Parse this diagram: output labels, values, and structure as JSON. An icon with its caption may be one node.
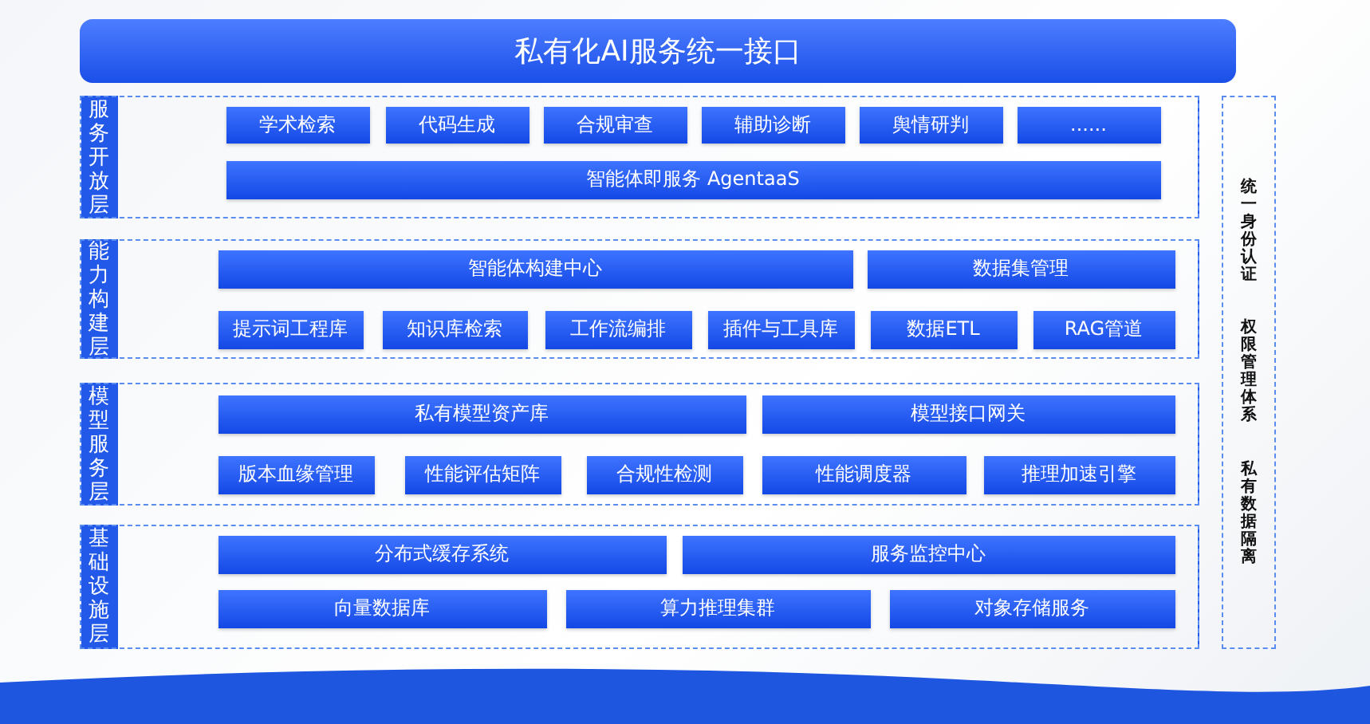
{
  "diagram": {
    "nodes": [
      {
        "text": [
          "私有化AI服务统一接口"
        ]
      },
      {
        "text": [
          "服务开放层"
        ]
      },
      {
        "text": [
          "学术检索"
        ],
        "in": 1
      },
      {
        "text": [
          "代码生成"
        ],
        "in": 1
      },
      {
        "text": [
          "合规审查"
        ],
        "in": 1
      },
      {
        "text": [
          "辅助诊断"
        ],
        "in": 1
      },
      {
        "text": [
          "舆情研判"
        ],
        "in": 1
      },
      {
        "text": [
          "......"
        ],
        "in": 1
      },
      {
        "text": [
          "智能体即服务 AgentaaS"
        ],
        "in": 1
      },
      {
        "text": [
          "能力构建层"
        ]
      },
      {
        "text": [
          "智能体构建中心"
        ],
        "in": 9
      },
      {
        "text": [
          "数据集管理"
        ],
        "in": 9
      },
      {
        "text": [
          "提示词工程库"
        ],
        "in": 9
      },
      {
        "text": [
          "知识库检索"
        ],
        "in": 9
      },
      {
        "text": [
          "工作流编排"
        ],
        "in": 9
      },
      {
        "text": [
          "插件与工具库"
        ],
        "in": 9
      },
      {
        "text": [
          "数据ETL"
        ],
        "in": 9
      },
      {
        "text": [
          "RAG管道"
        ],
        "in": 9
      },
      {
        "text": [
          "模型服务层"
        ]
      },
      {
        "text": [
          "私有模型资产库"
        ],
        "in": 18
      },
      {
        "text": [
          "模型接口网关"
        ],
        "in": 18
      },
      {
        "text": [
          "版本血缘管理"
        ],
        "in": 18
      },
      {
        "text": [
          "性能评估矩阵"
        ],
        "in": 18
      },
      {
        "text": [
          "合规性检测"
        ],
        "in": 18
      },
      {
        "text": [
          "性能调度器"
        ],
        "in": 18
      },
      {
        "text": [
          "推理加速引擎"
        ],
        "in": 18
      },
      {
        "text": [
          "基础设施层"
        ]
      },
      {
        "text": [
          "分布式缓存系统"
        ],
        "in": 26
      },
      {
        "text": [
          "服务监控中心"
        ],
        "in": 26
      },
      {
        "text": [
          "向量数据库"
        ],
        "in": 26
      },
      {
        "text": [
          "算力推理集群"
        ],
        "in": 26
      },
      {
        "text": [
          "对象存储服务"
        ],
        "in": 26
      },
      {
        "text": [
          "统一身份认证",
          "权限管理体系",
          "私有数据隔离"
        ]
      }
    ],
    "edges": []
  }
}
